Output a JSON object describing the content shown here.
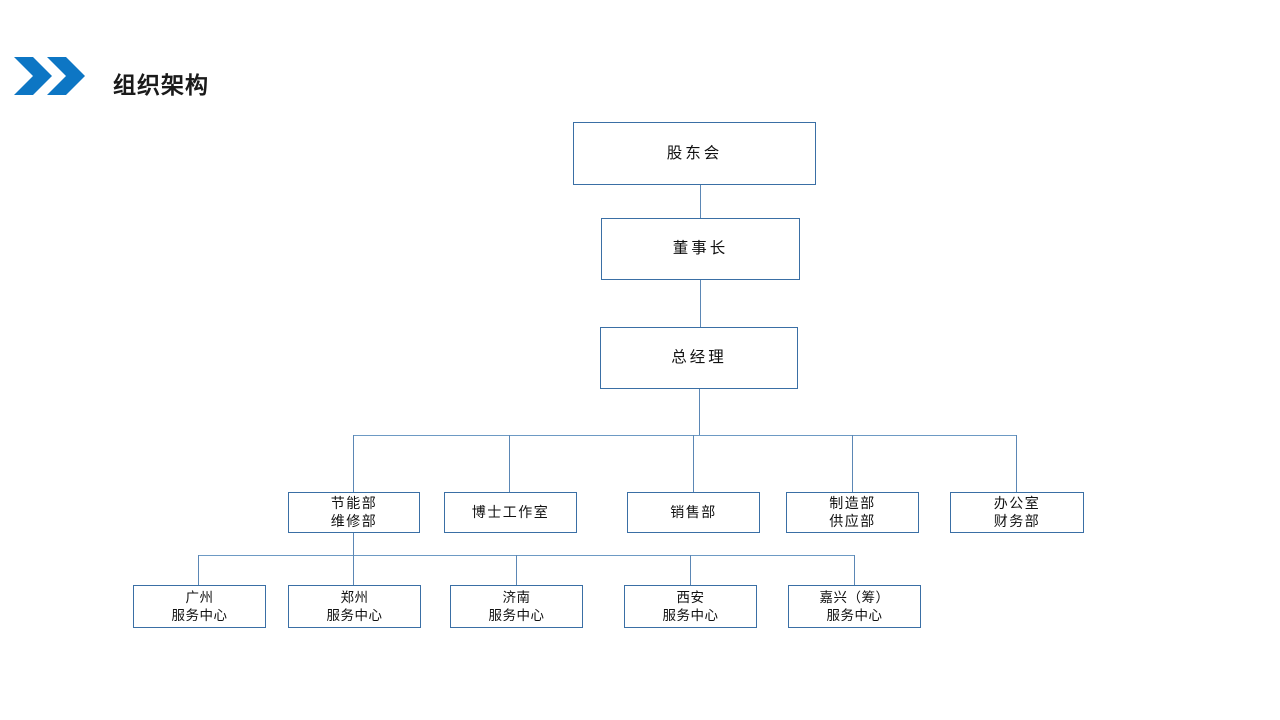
{
  "header": {
    "title": "组织架构",
    "chevron_icon": "double-chevron-right-icon",
    "accent_color": "#0d76c4"
  },
  "theme": {
    "box_border_color": "#3a6fa5",
    "connector_color": "#5b87b5",
    "background": "#ffffff",
    "text_color": "#111111"
  },
  "chart_data": {
    "type": "org-chart",
    "title": "组织架构",
    "orientation": "top-down",
    "levels": 5,
    "nodes": [
      {
        "id": "n1",
        "label_lines": [
          "股东会"
        ],
        "level": 0,
        "parent": null
      },
      {
        "id": "n2",
        "label_lines": [
          "董事长"
        ],
        "level": 1,
        "parent": "n1"
      },
      {
        "id": "n3",
        "label_lines": [
          "总经理"
        ],
        "level": 2,
        "parent": "n2"
      },
      {
        "id": "d1",
        "label_lines": [
          "节能部",
          "维修部"
        ],
        "level": 3,
        "parent": "n3"
      },
      {
        "id": "d2",
        "label_lines": [
          "博士工作室"
        ],
        "level": 3,
        "parent": "n3"
      },
      {
        "id": "d3",
        "label_lines": [
          "销售部"
        ],
        "level": 3,
        "parent": "n3"
      },
      {
        "id": "d4",
        "label_lines": [
          "制造部",
          "供应部"
        ],
        "level": 3,
        "parent": "n3"
      },
      {
        "id": "d5",
        "label_lines": [
          "办公室",
          "财务部"
        ],
        "level": 3,
        "parent": "n3"
      },
      {
        "id": "s1",
        "label_lines": [
          "广州",
          "服务中心"
        ],
        "level": 4,
        "parent": "d1"
      },
      {
        "id": "s2",
        "label_lines": [
          "郑州",
          "服务中心"
        ],
        "level": 4,
        "parent": "d1"
      },
      {
        "id": "s3",
        "label_lines": [
          "济南",
          "服务中心"
        ],
        "level": 4,
        "parent": "d1"
      },
      {
        "id": "s4",
        "label_lines": [
          "西安",
          "服务中心"
        ],
        "level": 4,
        "parent": "d1"
      },
      {
        "id": "s5",
        "label_lines": [
          "嘉兴（筹）",
          "服务中心"
        ],
        "level": 4,
        "parent": "d1"
      }
    ]
  },
  "nodes": {
    "shareholders": {
      "line1": "股东会",
      "line2": ""
    },
    "chairman": {
      "line1": "董事长",
      "line2": ""
    },
    "general_manager": {
      "line1": "总经理",
      "line2": ""
    },
    "dept_energy": {
      "line1": "节能部",
      "line2": "维修部"
    },
    "dept_doctor": {
      "line1": "博士工作室",
      "line2": ""
    },
    "dept_sales": {
      "line1": "销售部",
      "line2": ""
    },
    "dept_mfg": {
      "line1": "制造部",
      "line2": "供应部"
    },
    "dept_office": {
      "line1": "办公室",
      "line2": "财务部"
    },
    "sc_guangzhou": {
      "line1": "广州",
      "line2": "服务中心"
    },
    "sc_zhengzhou": {
      "line1": "郑州",
      "line2": "服务中心"
    },
    "sc_jinan": {
      "line1": "济南",
      "line2": "服务中心"
    },
    "sc_xian": {
      "line1": "西安",
      "line2": "服务中心"
    },
    "sc_jiaxing": {
      "line1": "嘉兴（筹）",
      "line2": "服务中心"
    }
  }
}
